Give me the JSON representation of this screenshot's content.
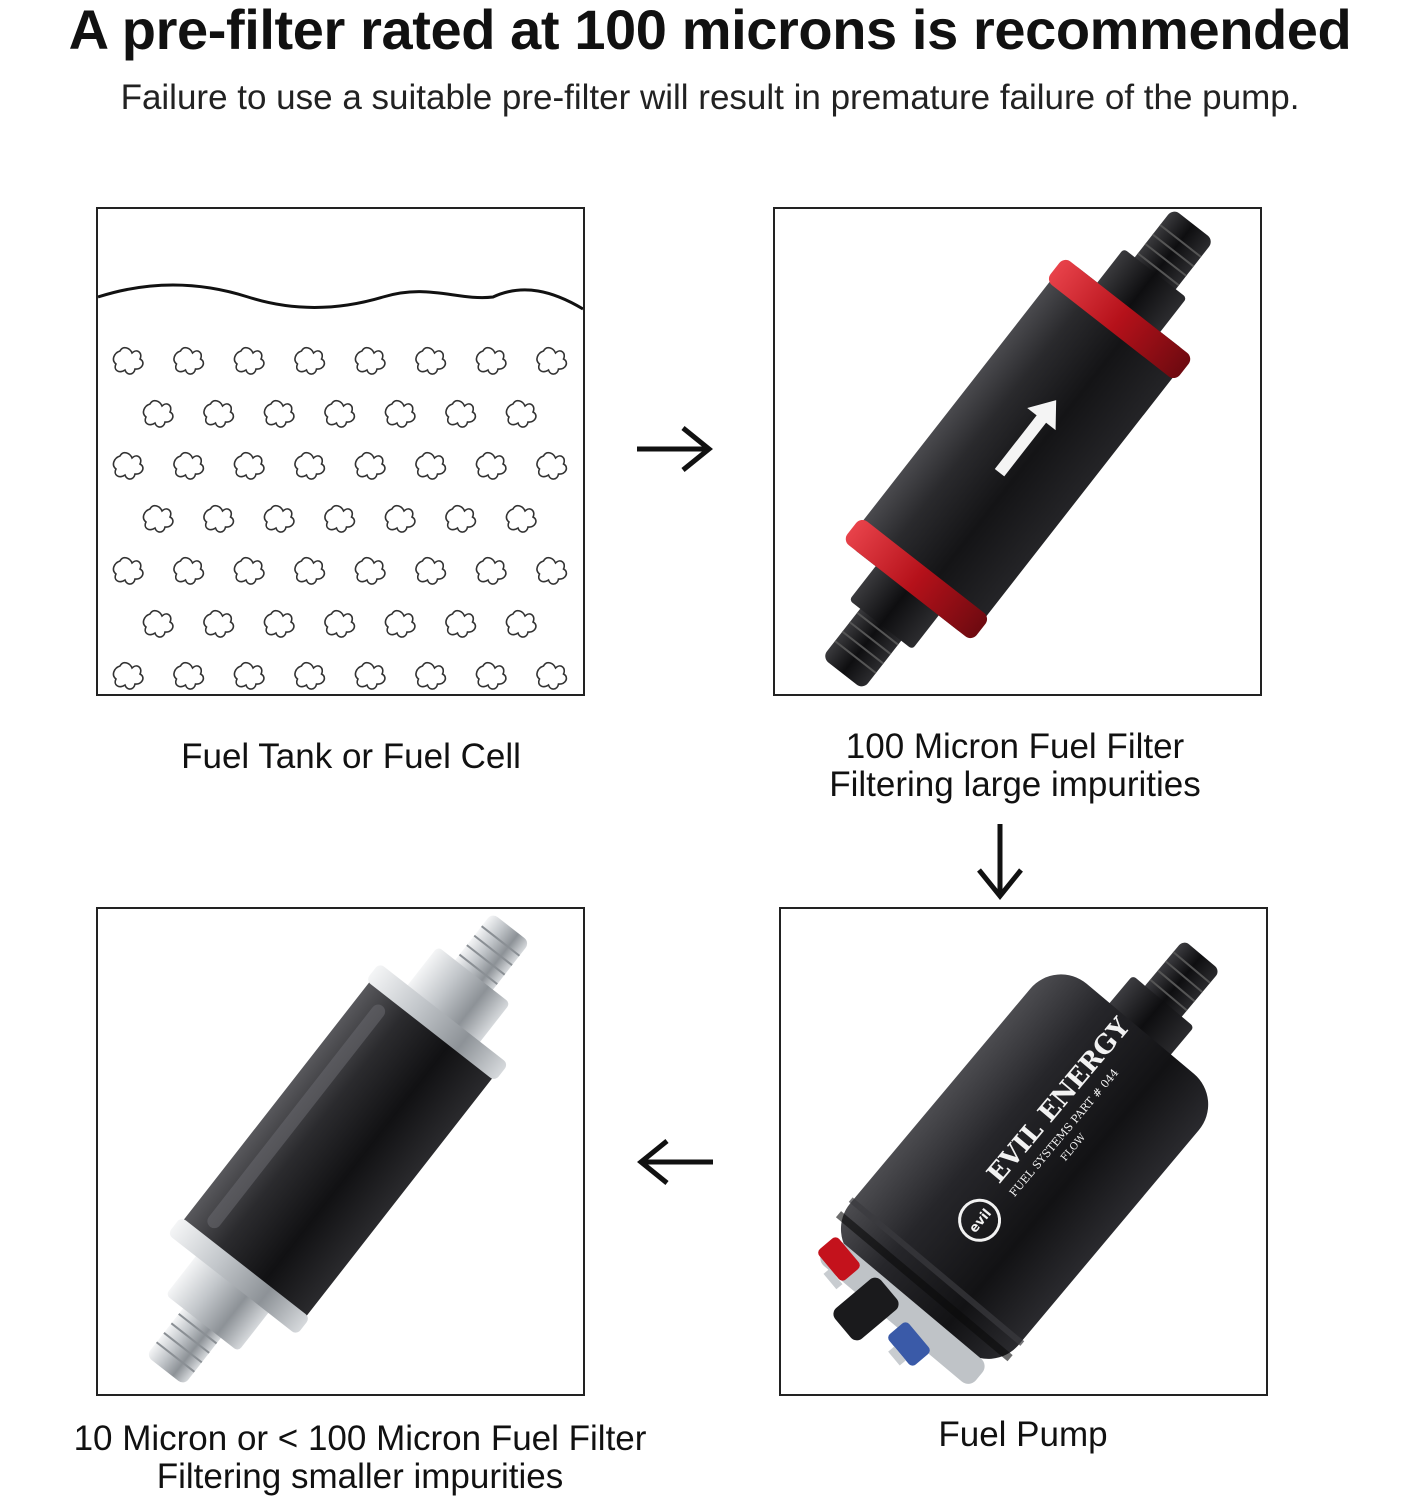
{
  "header": {
    "title": "A pre-filter rated at 100 microns is recommended",
    "subtitle": "Failure to use a suitable pre-filter will result in premature failure of the pump."
  },
  "steps": [
    {
      "id": "fuel-tank",
      "caption_lines": [
        "Fuel Tank or Fuel Cell"
      ]
    },
    {
      "id": "filter-100",
      "caption_lines": [
        "100 Micron Fuel Filter",
        "Filtering large impurities"
      ]
    },
    {
      "id": "fuel-pump",
      "caption_lines": [
        "Fuel Pump"
      ]
    },
    {
      "id": "filter-10",
      "caption_lines": [
        "10 Micron or < 100 Micron Fuel Filter",
        "Filtering smaller impurities"
      ]
    }
  ],
  "pump_label": {
    "brand": "EVIL ENERGY",
    "part_line": "FUEL SYSTEMS PART # 044",
    "flow_line": "FLOW",
    "logo_text": "evil"
  },
  "colors": {
    "ink": "#111111",
    "anodized_black": "#1c1c1e",
    "accent_red": "#c4121c",
    "silver": "#c8ccd0",
    "terminal_blue": "#3a5aa8"
  }
}
